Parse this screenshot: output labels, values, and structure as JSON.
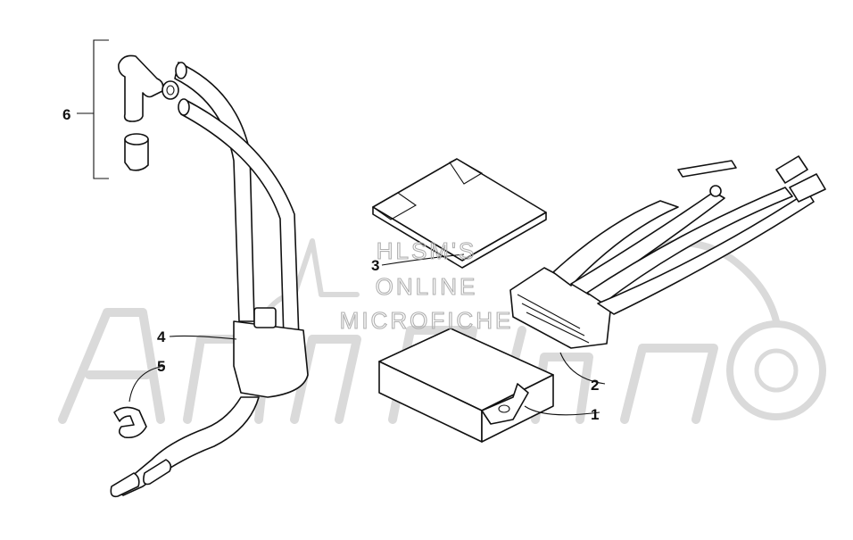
{
  "watermark": {
    "brand_logo": "Arctic Cat",
    "lines": [
      "HLSM'S",
      "ONLINE",
      "MICROFICHE"
    ]
  },
  "callouts": [
    {
      "id": "1",
      "part": "cdi-module"
    },
    {
      "id": "2",
      "part": "wiring-harness"
    },
    {
      "id": "3",
      "part": "decal-sheet"
    },
    {
      "id": "4",
      "part": "ignition-coil"
    },
    {
      "id": "5",
      "part": "cable-clip"
    },
    {
      "id": "6",
      "part": "spark-plug-cap-kit"
    }
  ],
  "colors": {
    "line": "#111111",
    "watermark": "#b0b0b0",
    "background": "#ffffff"
  }
}
